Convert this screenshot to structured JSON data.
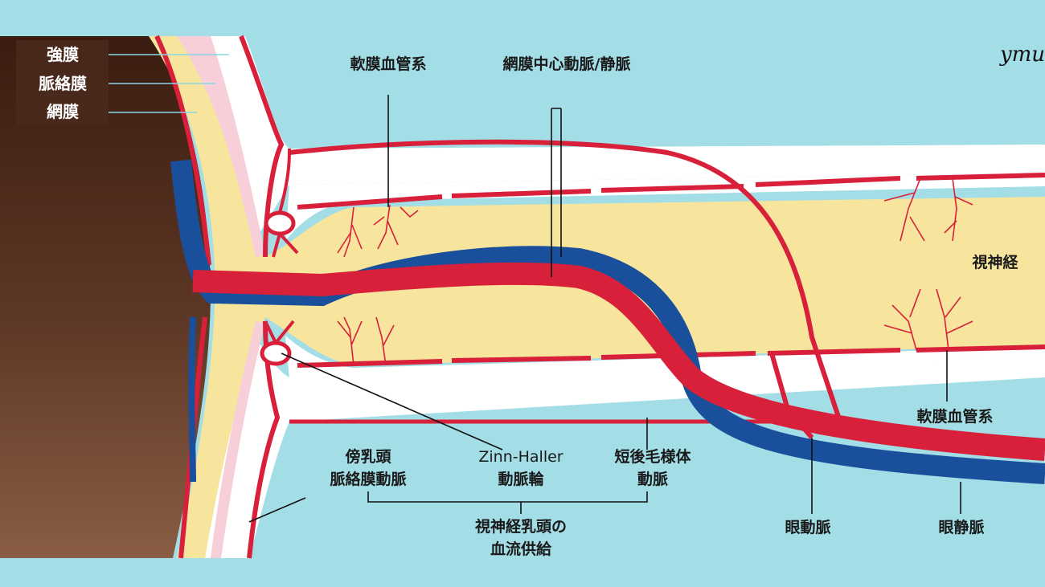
{
  "colors": {
    "background": "#a3dde6",
    "artery": "#d8203a",
    "vein": "#1a4f9c",
    "optic_nerve": "#f8e59d",
    "sheath": "#ffffff",
    "sclera": "#f7cfd9",
    "eyeball": "#5b3423"
  },
  "legend": {
    "sclera": "強膜",
    "choroid": "脈絡膜",
    "retina": "網膜"
  },
  "labels": {
    "pial_vessels_top": "軟膜血管系",
    "central_retinal_artery_vein": "網膜中心動脈/静脈",
    "optic_nerve": "視神経",
    "pial_vessels_bottom": "軟膜血管系",
    "paraoptic_choroidal_line1": "傍乳頭",
    "paraoptic_choroidal_line2": "脈絡膜動脈",
    "zinn_haller_line1": "Zinn-Haller",
    "zinn_haller_line2": "動脈輪",
    "short_posterior_ciliary_line1": "短後毛様体",
    "short_posterior_ciliary_line2": "動脈",
    "disc_supply_line1": "視神経乳頭の",
    "disc_supply_line2": "血流供給",
    "ophthalmic_artery": "眼動脈",
    "ophthalmic_vein": "眼静脈",
    "signature": "ymu"
  }
}
